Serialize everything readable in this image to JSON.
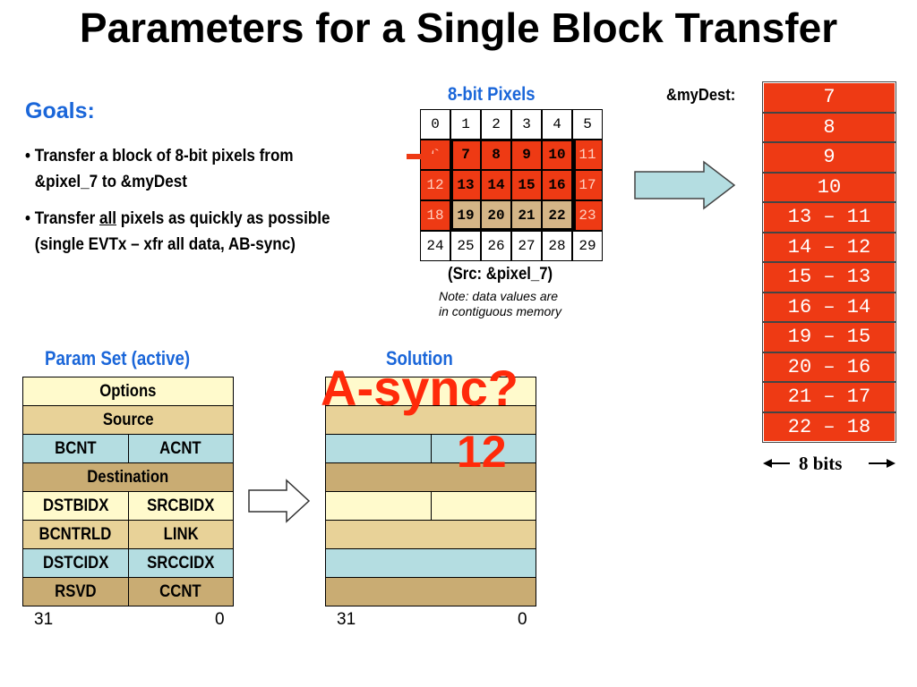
{
  "title": "Parameters for a Single Block Transfer",
  "goals": {
    "heading": "Goals:",
    "bullet1_line1": "• Transfer a block of 8-bit pixels from",
    "bullet1_line2": "&pixel_7 to &myDest",
    "bullet2_pre": "• Transfer ",
    "bullet2_underlined": "all",
    "bullet2_post": " pixels as quickly as possible",
    "bullet2_line2": "(single EVTx – xfr all data, AB-sync)"
  },
  "pixel_grid": {
    "heading": "8-bit Pixels",
    "rows": [
      [
        "0",
        "1",
        "2",
        "3",
        "4",
        "5"
      ],
      [
        "6",
        "7",
        "8",
        "9",
        "10",
        "11"
      ],
      [
        "12",
        "13",
        "14",
        "15",
        "16",
        "17"
      ],
      [
        "18",
        "19",
        "20",
        "21",
        "22",
        "23"
      ],
      [
        "24",
        "25",
        "26",
        "27",
        "28",
        "29"
      ]
    ],
    "src_label": "(Src:  &pixel_7)",
    "note_line1": "Note: data values are",
    "note_line2": "in contiguous memory",
    "colors": {
      "red": "#ee3a14",
      "tan": "#d4b587",
      "white": "#ffffff"
    }
  },
  "destination": {
    "label": "&myDest:",
    "cells": [
      "7",
      "8",
      "9",
      "10",
      "13 – 11",
      "14 – 12",
      "15 – 13",
      "16 – 14",
      "19 – 15",
      "20 – 16",
      "21 – 17",
      "22 – 18"
    ],
    "bits_label": "8 bits"
  },
  "param_set": {
    "heading": "Param Set (active)",
    "options": "Options",
    "source": "Source",
    "bcnt": "BCNT",
    "acnt": "ACNT",
    "destination": "Destination",
    "dstbidx": "DSTBIDX",
    "srcbidx": "SRCBIDX",
    "bcntrld": "BCNTRLD",
    "link": "LINK",
    "dstcidx": "DSTCIDX",
    "srccidx": "SRCCIDX",
    "rsvd": "RSVD",
    "ccnt": "CCNT",
    "bit_high": "31",
    "bit_low": "0"
  },
  "solution": {
    "heading": "Solution",
    "overlay_text": "A-sync?",
    "overlay_value": "12",
    "bit_high": "31",
    "bit_low": "0"
  }
}
